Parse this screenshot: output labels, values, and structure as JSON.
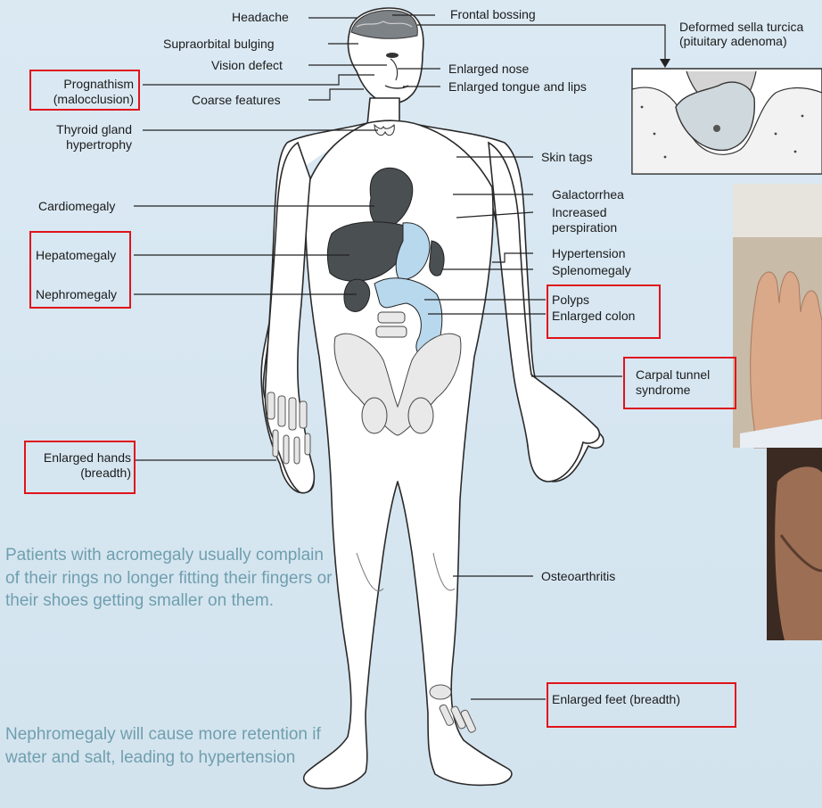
{
  "labels": {
    "headache": "Headache",
    "frontal_bossing": "Frontal bossing",
    "supraorbital_bulging": "Supraorbital bulging",
    "vision_defect": "Vision defect",
    "enlarged_nose": "Enlarged nose",
    "prognathism": "Prognathism",
    "malocclusion": "(malocclusion)",
    "coarse_features": "Coarse features",
    "enlarged_tongue": "Enlarged tongue and lips",
    "thyroid_1": "Thyroid gland",
    "thyroid_2": "hypertrophy",
    "skin_tags": "Skin tags",
    "cardiomegaly": "Cardiomegaly",
    "galactorrhea": "Galactorrhea",
    "perspiration_1": "Increased",
    "perspiration_2": "perspiration",
    "hepatomegaly": "Hepatomegaly",
    "hypertension": "Hypertension",
    "splenomegaly": "Splenomegaly",
    "nephromegaly": "Nephromegaly",
    "polyps": "Polyps",
    "enlarged_colon": "Enlarged colon",
    "carpal_1": "Carpal tunnel",
    "carpal_2": "syndrome",
    "hands_1": "Enlarged hands",
    "hands_2": "(breadth)",
    "osteoarthritis": "Osteoarthritis",
    "feet": "Enlarged feet (breadth)",
    "sella_1": "Deformed sella turcica",
    "sella_2": "(pituitary adenoma)"
  },
  "notes": {
    "note1": "Patients with acromegaly usually complain of their rings no longer fitting their fingers or their shoes getting smaller on them.",
    "note2": "Nephromegaly will cause more retention if water and salt, leading to hypertension"
  },
  "colors": {
    "highlight_box": "#e0131b",
    "note_text": "#6f9fae",
    "organ_dark": "#4a4f52",
    "organ_light": "#b8d8ee"
  }
}
